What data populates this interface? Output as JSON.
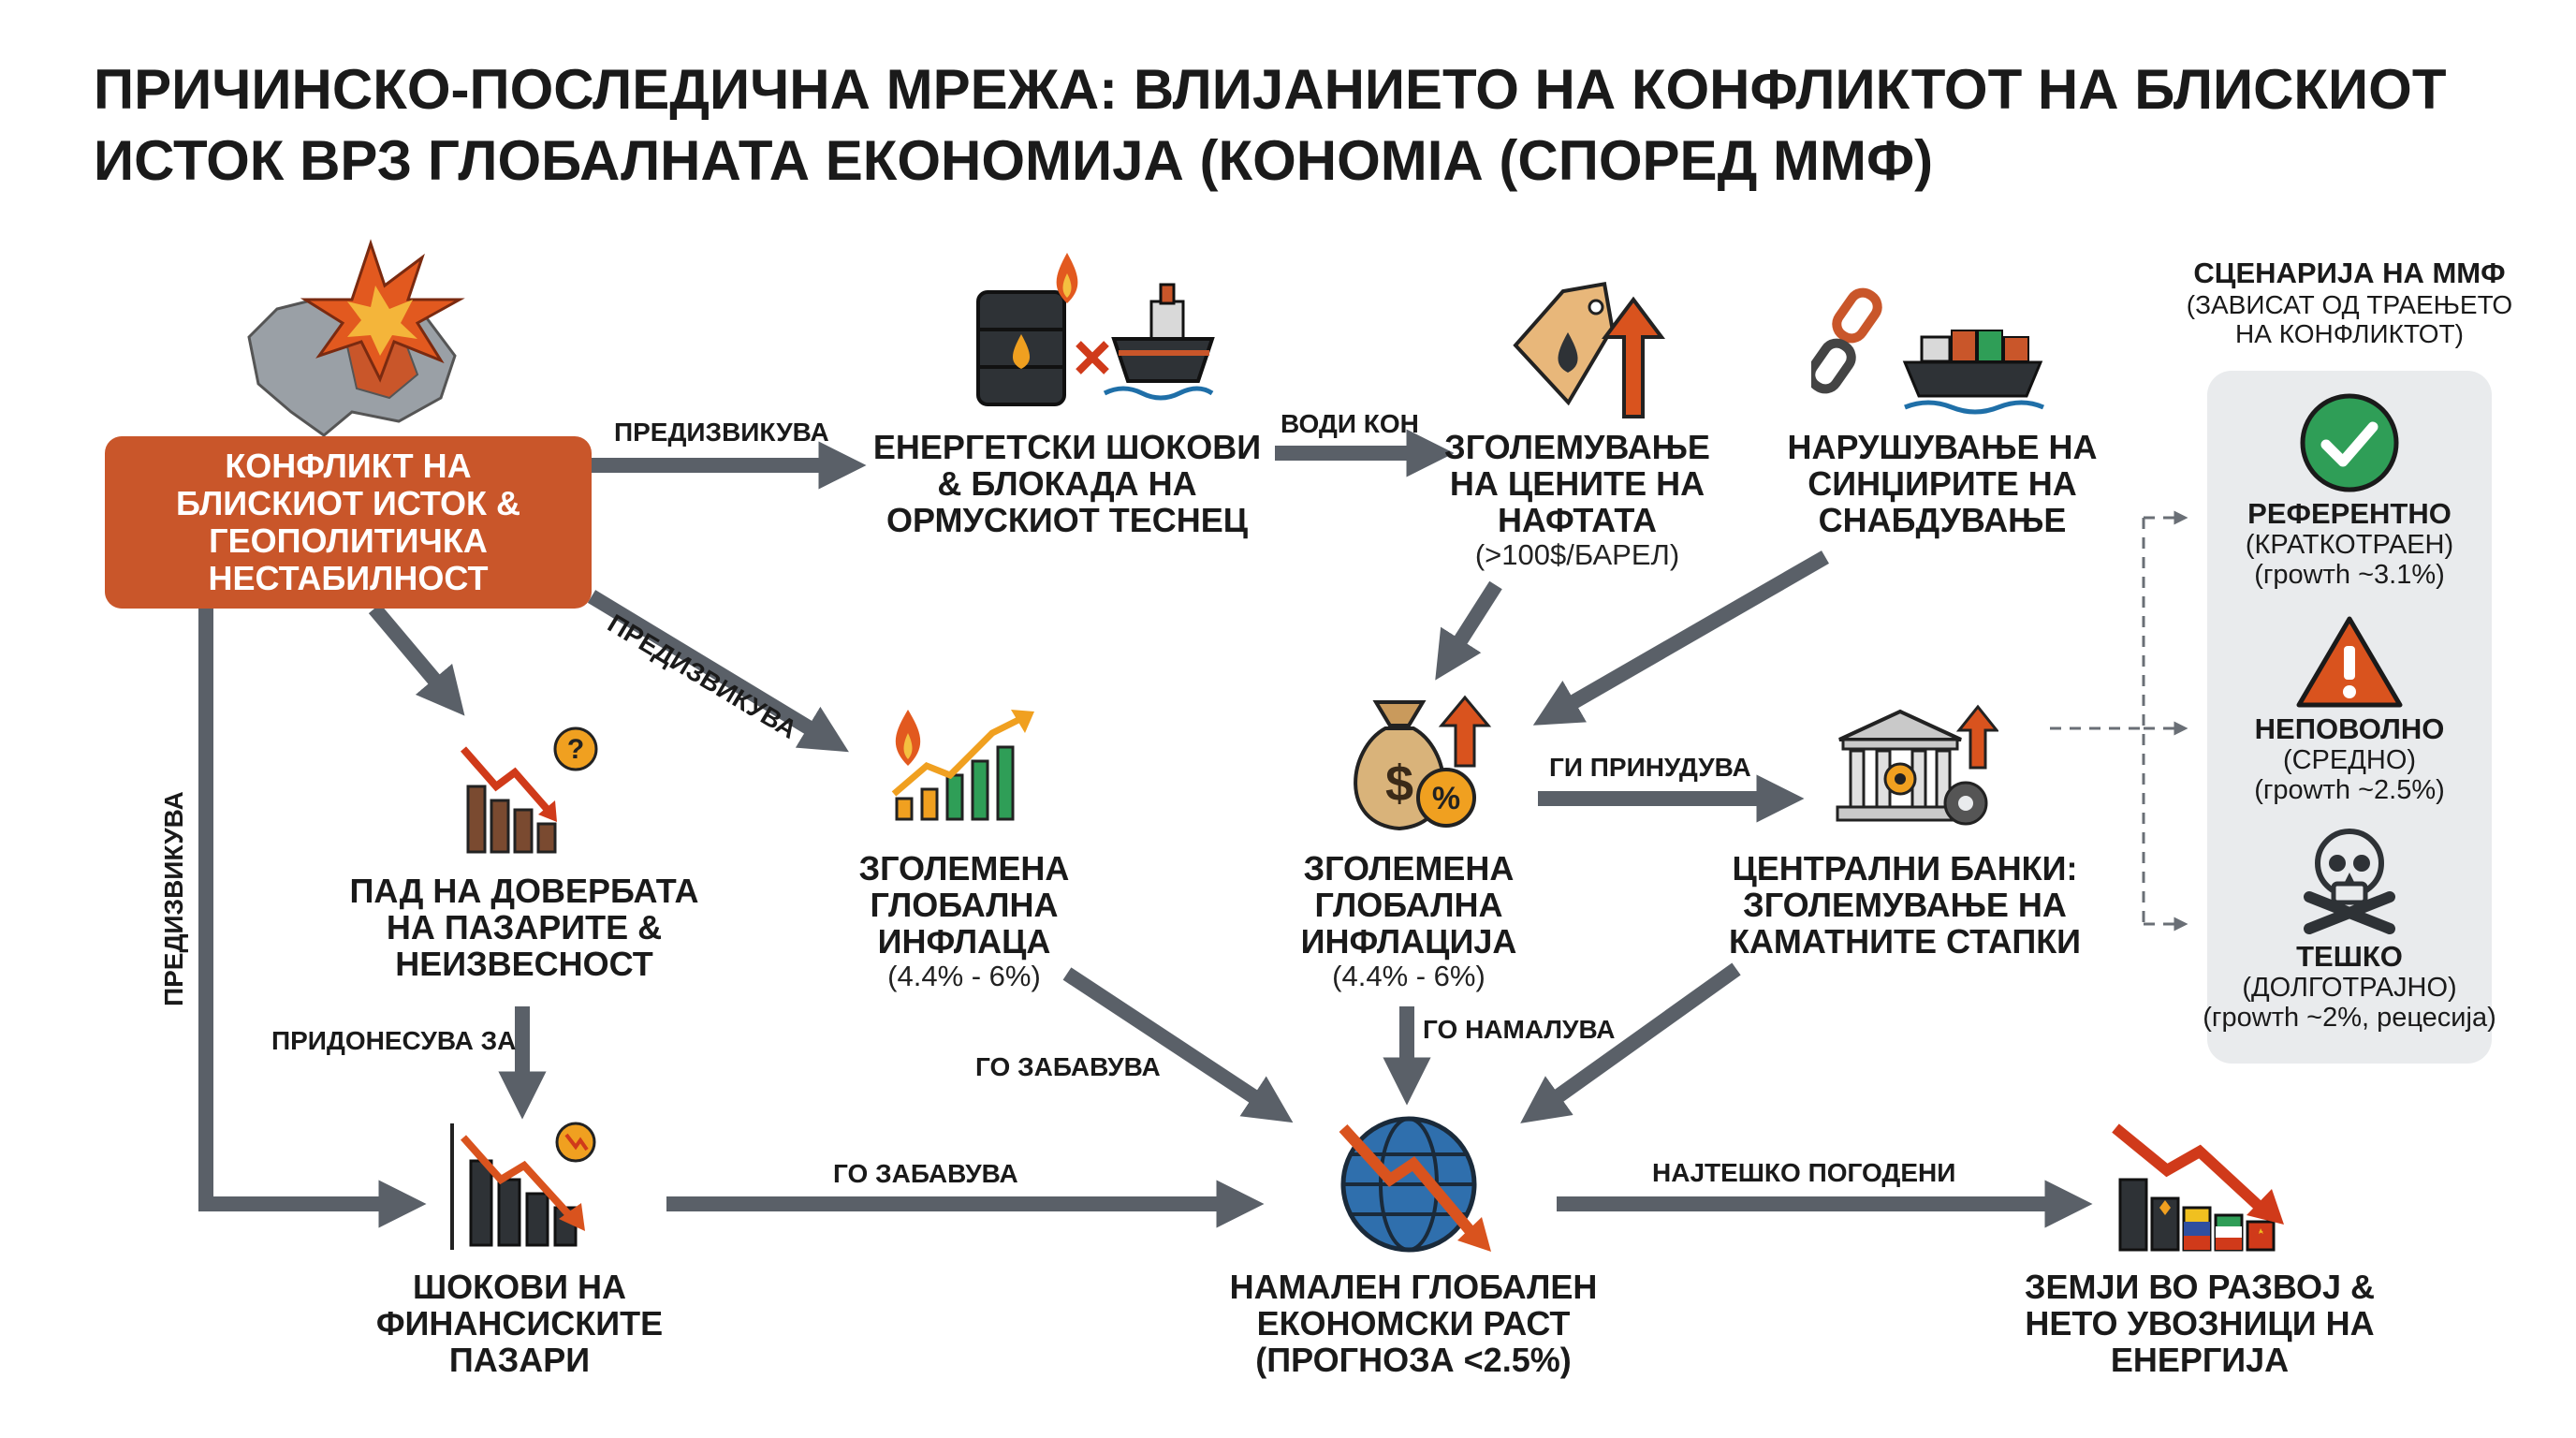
{
  "title": {
    "line1": "ПРИЧИНСКО-ПОСЛЕДИЧНА МРЕЖА: ВЛИЈАНИЕТО НА КОНФЛИКТОТ НА БЛИСКИОТ",
    "line2": "ИСТОК ВРЗ ГЛОБАЛНАТА ЕКОНОМИЈА (КОНОМІА (СПОРЕД ММФ)"
  },
  "nodes": {
    "conflict": [
      "КОНФЛИКТ НА",
      "БЛИСКИОТ ИСТОК &",
      "ГЕОПОЛИТИЧКА",
      "НЕСТАБИЛНОСТ"
    ],
    "energy": [
      "ЕНЕРГЕТСКИ ШОКОВИ",
      "& БЛОКАДА НА",
      "ОРМУСКИОТ ТЕСНЕЦ"
    ],
    "oil_price": [
      "ЗГОЛЕМУВАЊЕ",
      "НА ЦЕНИТЕ НА",
      "НАФТАТА"
    ],
    "oil_price_sub": "(>100$/БАРЕЛ)",
    "supply": [
      "НАРУШУВАЊЕ НА",
      "СИНЏИРИТЕ НА",
      "СНАБДУВАЊЕ"
    ],
    "confidence": [
      "ПАД НА ДОВЕРБАТА",
      "НА ПАЗАРИТЕ &",
      "НЕИЗВЕСНОСТ"
    ],
    "inflation_left": [
      "ЗГОЛЕМЕНА",
      "ГЛОБАЛНА",
      "ИНФЛАЦА"
    ],
    "inflation_left_sub": "(4.4% - 6%)",
    "inflation_center": [
      "ЗГОЛЕМЕНА",
      "ГЛОБАЛНА",
      "ИНФЛАЦИЈА"
    ],
    "inflation_center_sub": "(4.4% - 6%)",
    "banks": [
      "ЦЕНТРАЛНИ БАНКИ:",
      "ЗГОЛЕМУВАЊЕ НА",
      "КАМАТНИТЕ СТАПКИ"
    ],
    "financial": [
      "ШОКОВИ НА",
      "ФИНАНСИСКИТЕ",
      "ПАЗАРИ"
    ],
    "growth": [
      "НАМАЛЕН ГЛОБАЛЕН",
      "ЕКОНОМСКИ РАСТ",
      "(ПРОГНОЗА <2.5%)"
    ],
    "developing": [
      "ЗЕМЈИ ВО РАЗВОЈ &",
      "НЕТО УВОЗНИЦИ НА",
      "ЕНЕРГИЈА"
    ]
  },
  "edge_labels": {
    "causes_top": "ПРЕДИЗВИКУВА",
    "causes_diag": "ПРЕДИЗВИКУВА",
    "causes_vertical": "ПРЕДИЗВИКУВА",
    "leads_to": "ВОДИ КОН",
    "forces": "ГИ ПРИНУДУВА",
    "contributes": "ПРИДОНЕСУВА ЗА",
    "slows_diag": "ГО ЗАБАВУВА",
    "slows_bottom": "ГО ЗАБАВУВА",
    "reduces": "ГО НАМАЛУВА",
    "hardest_hit": "НАЈТЕШКО ПОГОДЕНИ"
  },
  "scenarios": {
    "header": [
      "СЦЕНАРИЈА НА ММФ",
      "(ЗАВИСАТ ОД ТРАЕЊЕТО",
      "НА КОНФЛИКТОТ)"
    ],
    "items": [
      {
        "name": "РЕФЕРЕНТНО",
        "desc1": "(КРАТКОТРАЕН)",
        "desc2": "(гроwтһ ~3.1%)",
        "icon": "check-icon"
      },
      {
        "name": "НЕПОВОЛНО",
        "desc1": "(СРЕДНО)",
        "desc2": "(гроwтһ ~2.5%)",
        "icon": "warning-icon"
      },
      {
        "name": "ТЕШКО",
        "desc1": "(ДОЛГОТРАЈНО)",
        "desc2": "(гроwтһ ~2%, рецесија)",
        "icon": "skull-icon"
      }
    ]
  },
  "colors": {
    "accent_orange": "#c9562a",
    "arrow_gray": "#5a6068",
    "check_green": "#2f9e57",
    "warning_orange": "#d9531e",
    "panel_gray": "#e9ebed"
  }
}
